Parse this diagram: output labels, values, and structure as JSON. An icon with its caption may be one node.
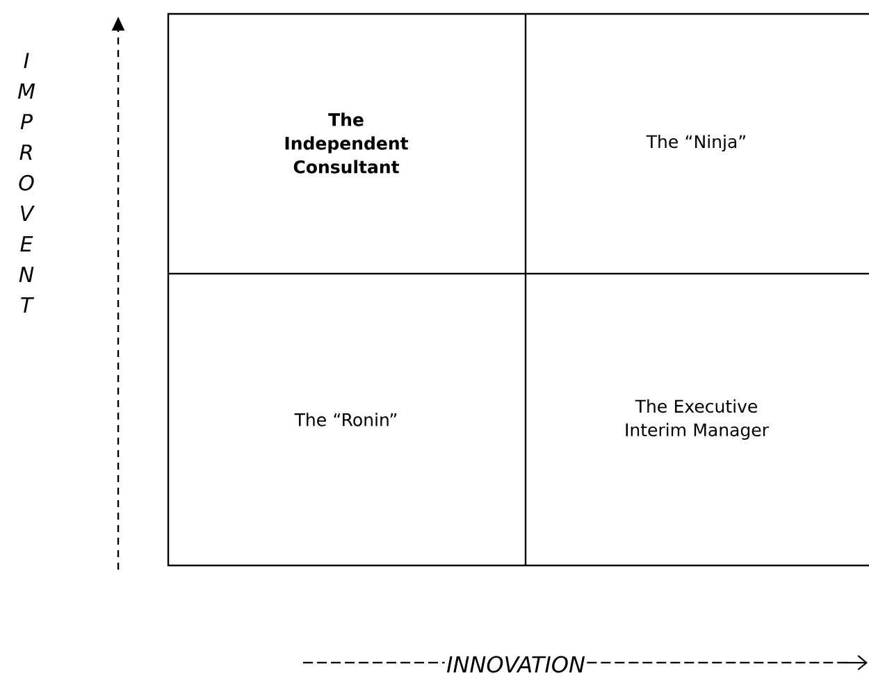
{
  "diagram": {
    "nodes": [
      {
        "text": [
          "The Independent Consultant"
        ]
      },
      {
        "text": [
          "The “Ninja”"
        ]
      },
      {
        "text": [
          "The “Ronin”"
        ]
      },
      {
        "text": [
          "The Executive Interim Manager"
        ]
      }
    ],
    "edges": [],
    "labels": [
      "I",
      "M",
      "P",
      "R",
      "O",
      "V",
      "E",
      "N",
      "T",
      "INNOVATION"
    ]
  }
}
